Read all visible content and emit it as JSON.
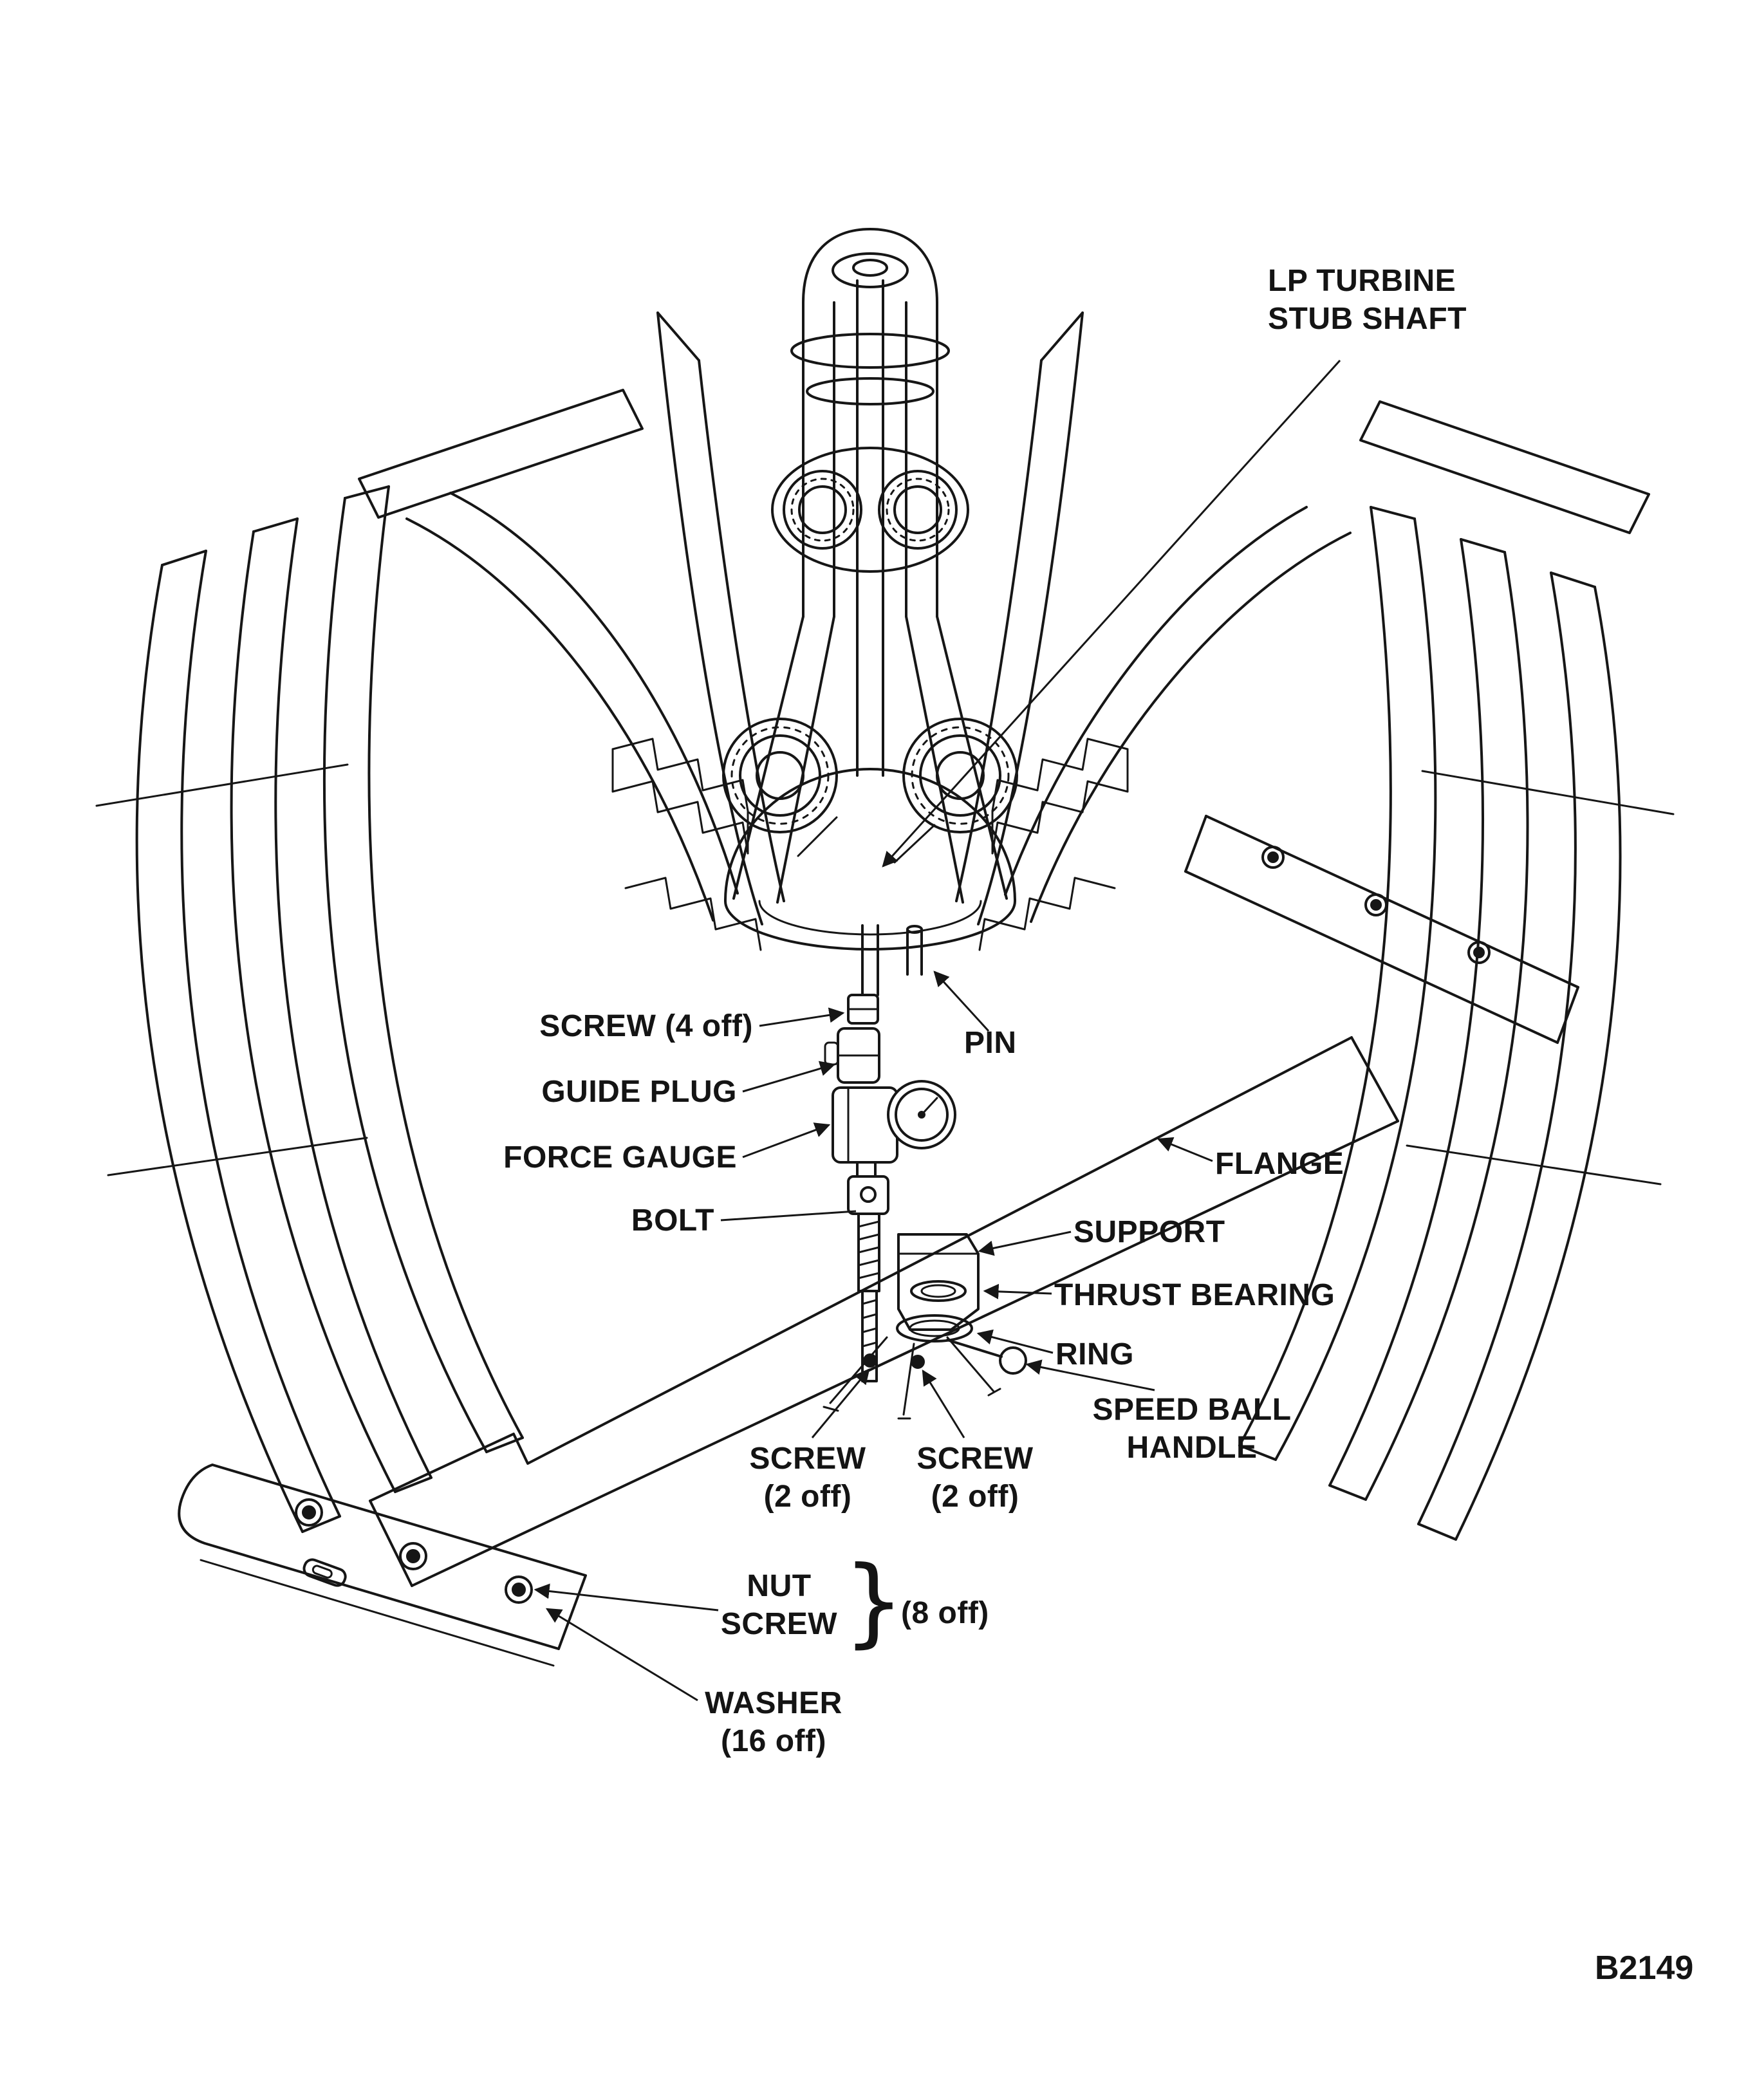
{
  "figure": {
    "code": "B2149"
  },
  "colors": {
    "ink": "#161616",
    "paper": "#ffffff"
  },
  "labels": {
    "lp_turbine_stub_shaft": "LP TURBINE\nSTUB SHAFT",
    "screw_4_off": "SCREW (4 off)",
    "pin": "PIN",
    "guide_plug": "GUIDE PLUG",
    "force_gauge": "FORCE GAUGE",
    "bolt": "BOLT",
    "flange": "FLANGE",
    "support": "SUPPORT",
    "thrust_bearing": "THRUST BEARING",
    "ring": "RING",
    "speed_ball_handle": "SPEED BALL\nHANDLE",
    "screw_2_off_left": "SCREW\n(2 off)",
    "screw_2_off_right": "SCREW\n(2 off)",
    "nut_screw": "NUT\nSCREW",
    "brace": "}",
    "group_qty": "(8 off)",
    "washer": "WASHER\n(16 off)"
  }
}
